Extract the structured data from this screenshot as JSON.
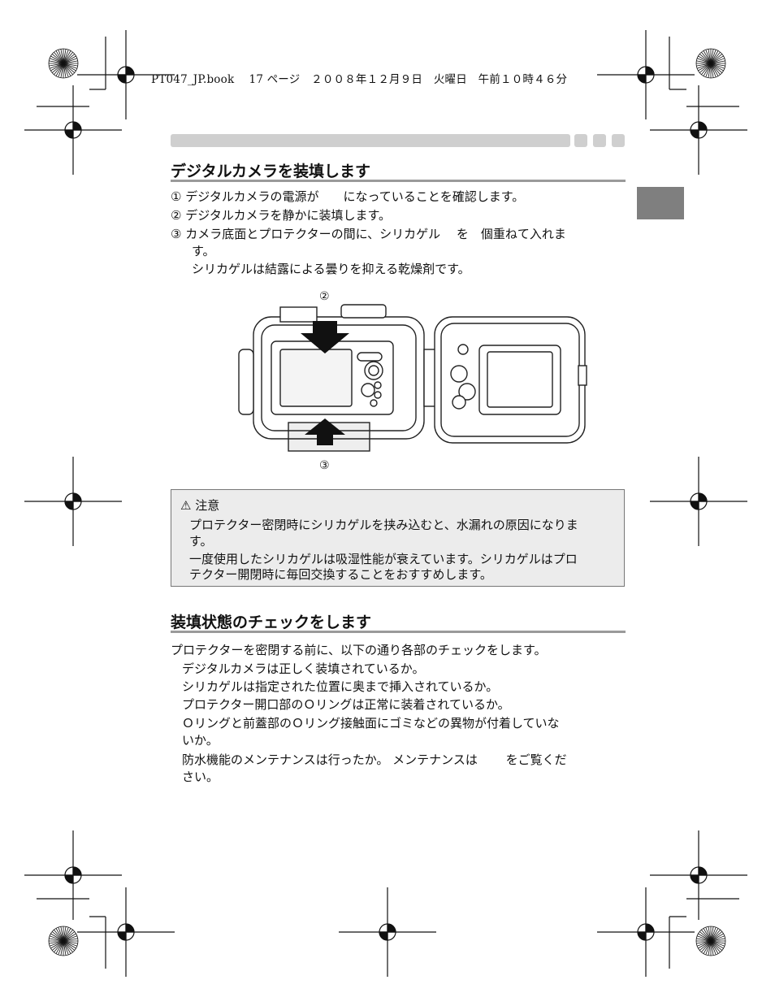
{
  "header_text": "PT047_JP.book　 17 ページ　２００８年１２月９日　火曜日　午前１０時４６分",
  "section1": {
    "title": "デジタルカメラを装填します",
    "steps": [
      "① デジタルカメラの電源が　　になっていることを確認します。",
      "② デジタルカメラを静かに装填します。",
      "③ カメラ底面とプロテクターの間に、シリカゲル　 を　個重ねて入れま",
      "す。",
      "シリカゲルは結露による曇りを抑える乾燥剤です。"
    ],
    "figure": {
      "label_top": "②",
      "label_bottom": "③"
    }
  },
  "caution": {
    "title": "⚠ 注意",
    "lines": [
      "プロテクター密閉時にシリカゲルを挟み込むと、水漏れの原因になりま",
      "す。",
      "一度使用したシリカゲルは吸湿性能が衰えています。シリカゲルはプロ",
      "テクター開閉時に毎回交換することをおすすめします。"
    ]
  },
  "section2": {
    "title": "装填状態のチェックをします",
    "intro": "プロテクターを密閉する前に、以下の通り各部のチェックをします。",
    "items": [
      "デジタルカメラは正しく装填されているか。",
      "シリカゲルは指定された位置に奥まで挿入されているか。",
      "プロテクター開口部のＯリングは正常に装着されているか。",
      "Ｏリングと前蓋部のＯリング接触面にゴミなどの異物が付着していな",
      "いか。",
      "防水機能のメンテナンスは行ったか。 メンテナンスは　　 をご覧くだ",
      "さい。"
    ]
  }
}
